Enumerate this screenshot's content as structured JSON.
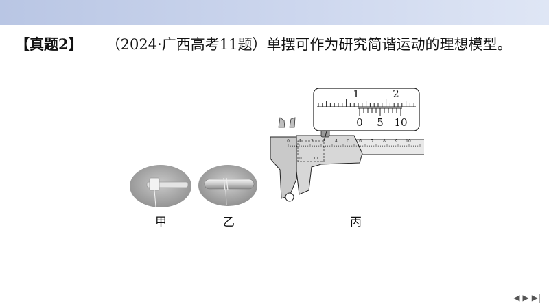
{
  "problem": {
    "tag": "【真题2】",
    "source": "（2024·广西高考11题）",
    "text": "单摆可作为研究简谐运动的理想模型。"
  },
  "figures": {
    "labels": [
      "甲",
      "乙",
      "丙"
    ],
    "scale": {
      "main_labels": [
        "1",
        "2"
      ],
      "vernier_labels": [
        "0",
        "5",
        "10"
      ]
    },
    "caliper_main_labels": [
      "0",
      "1",
      "2",
      "3",
      "4",
      "5",
      "6",
      "7",
      "8",
      "9",
      "10"
    ],
    "caliper_vernier_labels": [
      "0",
      "10"
    ]
  },
  "nav": {
    "prev_icon": "◀",
    "next_icon": "▶",
    "end_icon": "▶|"
  }
}
